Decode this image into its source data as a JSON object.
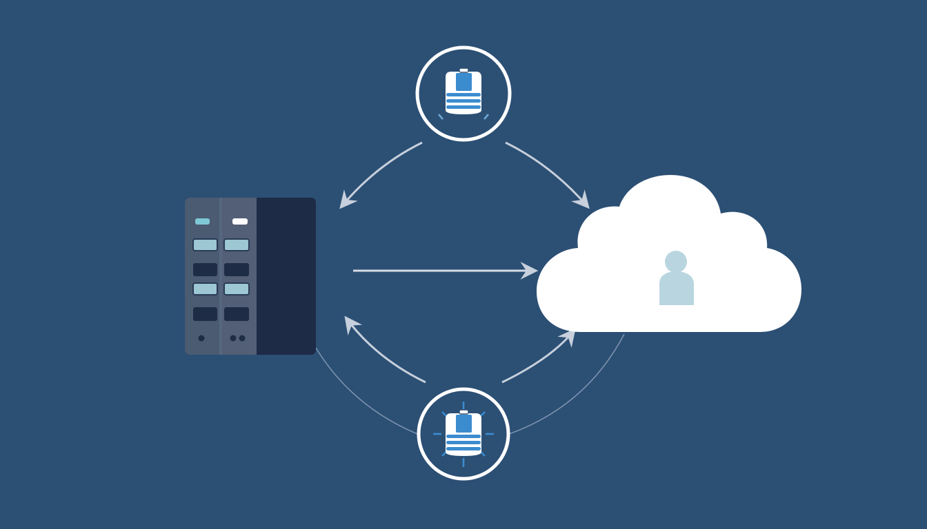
{
  "diagram": {
    "nodes": [
      {
        "id": "server",
        "icon": "server-rack-icon"
      },
      {
        "id": "cloud",
        "icon": "cloud-icon"
      },
      {
        "id": "top-database",
        "icon": "database-icon"
      },
      {
        "id": "bottom-database",
        "icon": "database-sync-icon"
      },
      {
        "id": "cloud-user",
        "icon": "user-icon"
      }
    ],
    "edges": [
      {
        "from": "server",
        "to": "cloud",
        "style": "solid-arrow"
      },
      {
        "from": "top-database",
        "to": "server",
        "style": "curved-arrow"
      },
      {
        "from": "top-database",
        "to": "cloud",
        "style": "curved-arrow"
      },
      {
        "from": "bottom-database",
        "to": "server",
        "style": "curved-arrow"
      },
      {
        "from": "bottom-database",
        "to": "cloud",
        "style": "curved-arrow"
      }
    ]
  },
  "colors": {
    "background": "#2c4f74",
    "server_front": "#4b5b72",
    "server_side": "#1d2b47",
    "led_teal": "#7fc8d6",
    "led_white": "#ffffff",
    "drive_bay": "#9cc7d3",
    "drive_dark": "#1f2c45",
    "cloud": "#ffffff",
    "user": "#b9d6e0",
    "arrow": "#c7d0dc",
    "accent_blue": "#3b8ccf"
  }
}
